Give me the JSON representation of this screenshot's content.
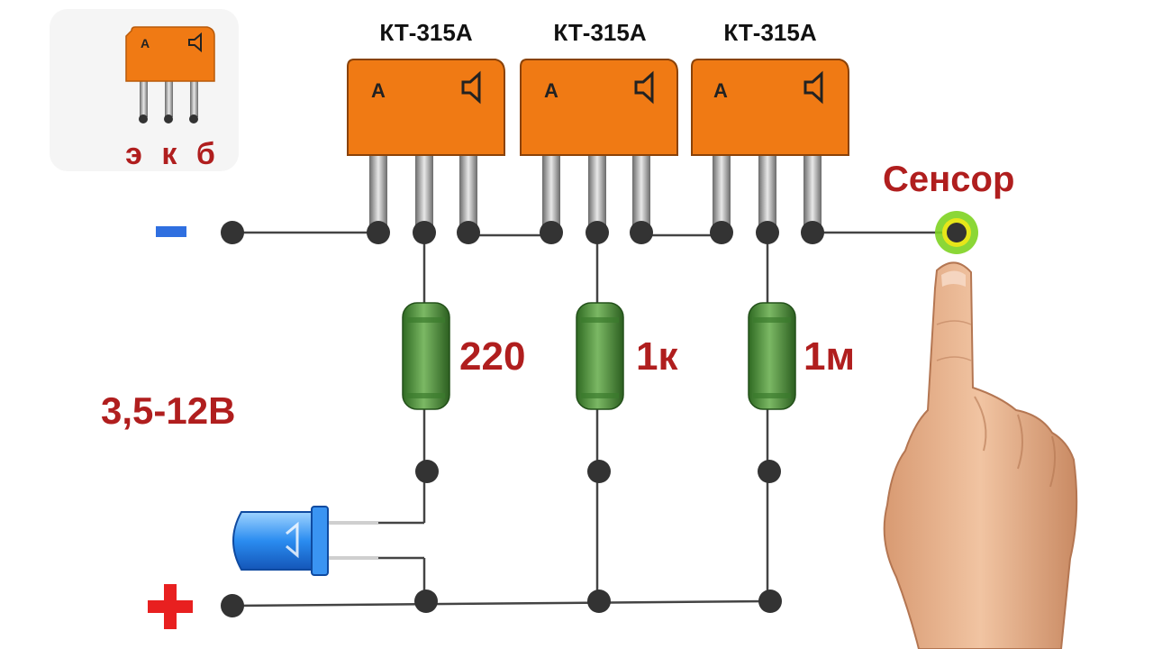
{
  "pinout": {
    "mark_left": "А",
    "pins_label": "э к б"
  },
  "transistors": [
    {
      "part": "КТ-315А",
      "mark": "А"
    },
    {
      "part": "КТ-315А",
      "mark": "А"
    },
    {
      "part": "КТ-315А",
      "mark": "А"
    }
  ],
  "resistors": [
    {
      "value": "220"
    },
    {
      "value": "1к"
    },
    {
      "value": "1м"
    }
  ],
  "supply": {
    "voltage": "3,5-12В",
    "minus_symbol": "-",
    "plus_symbol": "+"
  },
  "sensor": {
    "label": "Сенсор"
  },
  "colors": {
    "transistor_body": "#f07a14",
    "resistor_body": "#4f8f3c",
    "label_red": "#b01e1e",
    "minus_blue": "#2f6fe0",
    "plus_red": "#e82020",
    "led_blue": "#2a8cf0",
    "sensor_ring": "#7ed321",
    "wire": "#444444",
    "skin": "#e9b48f"
  }
}
